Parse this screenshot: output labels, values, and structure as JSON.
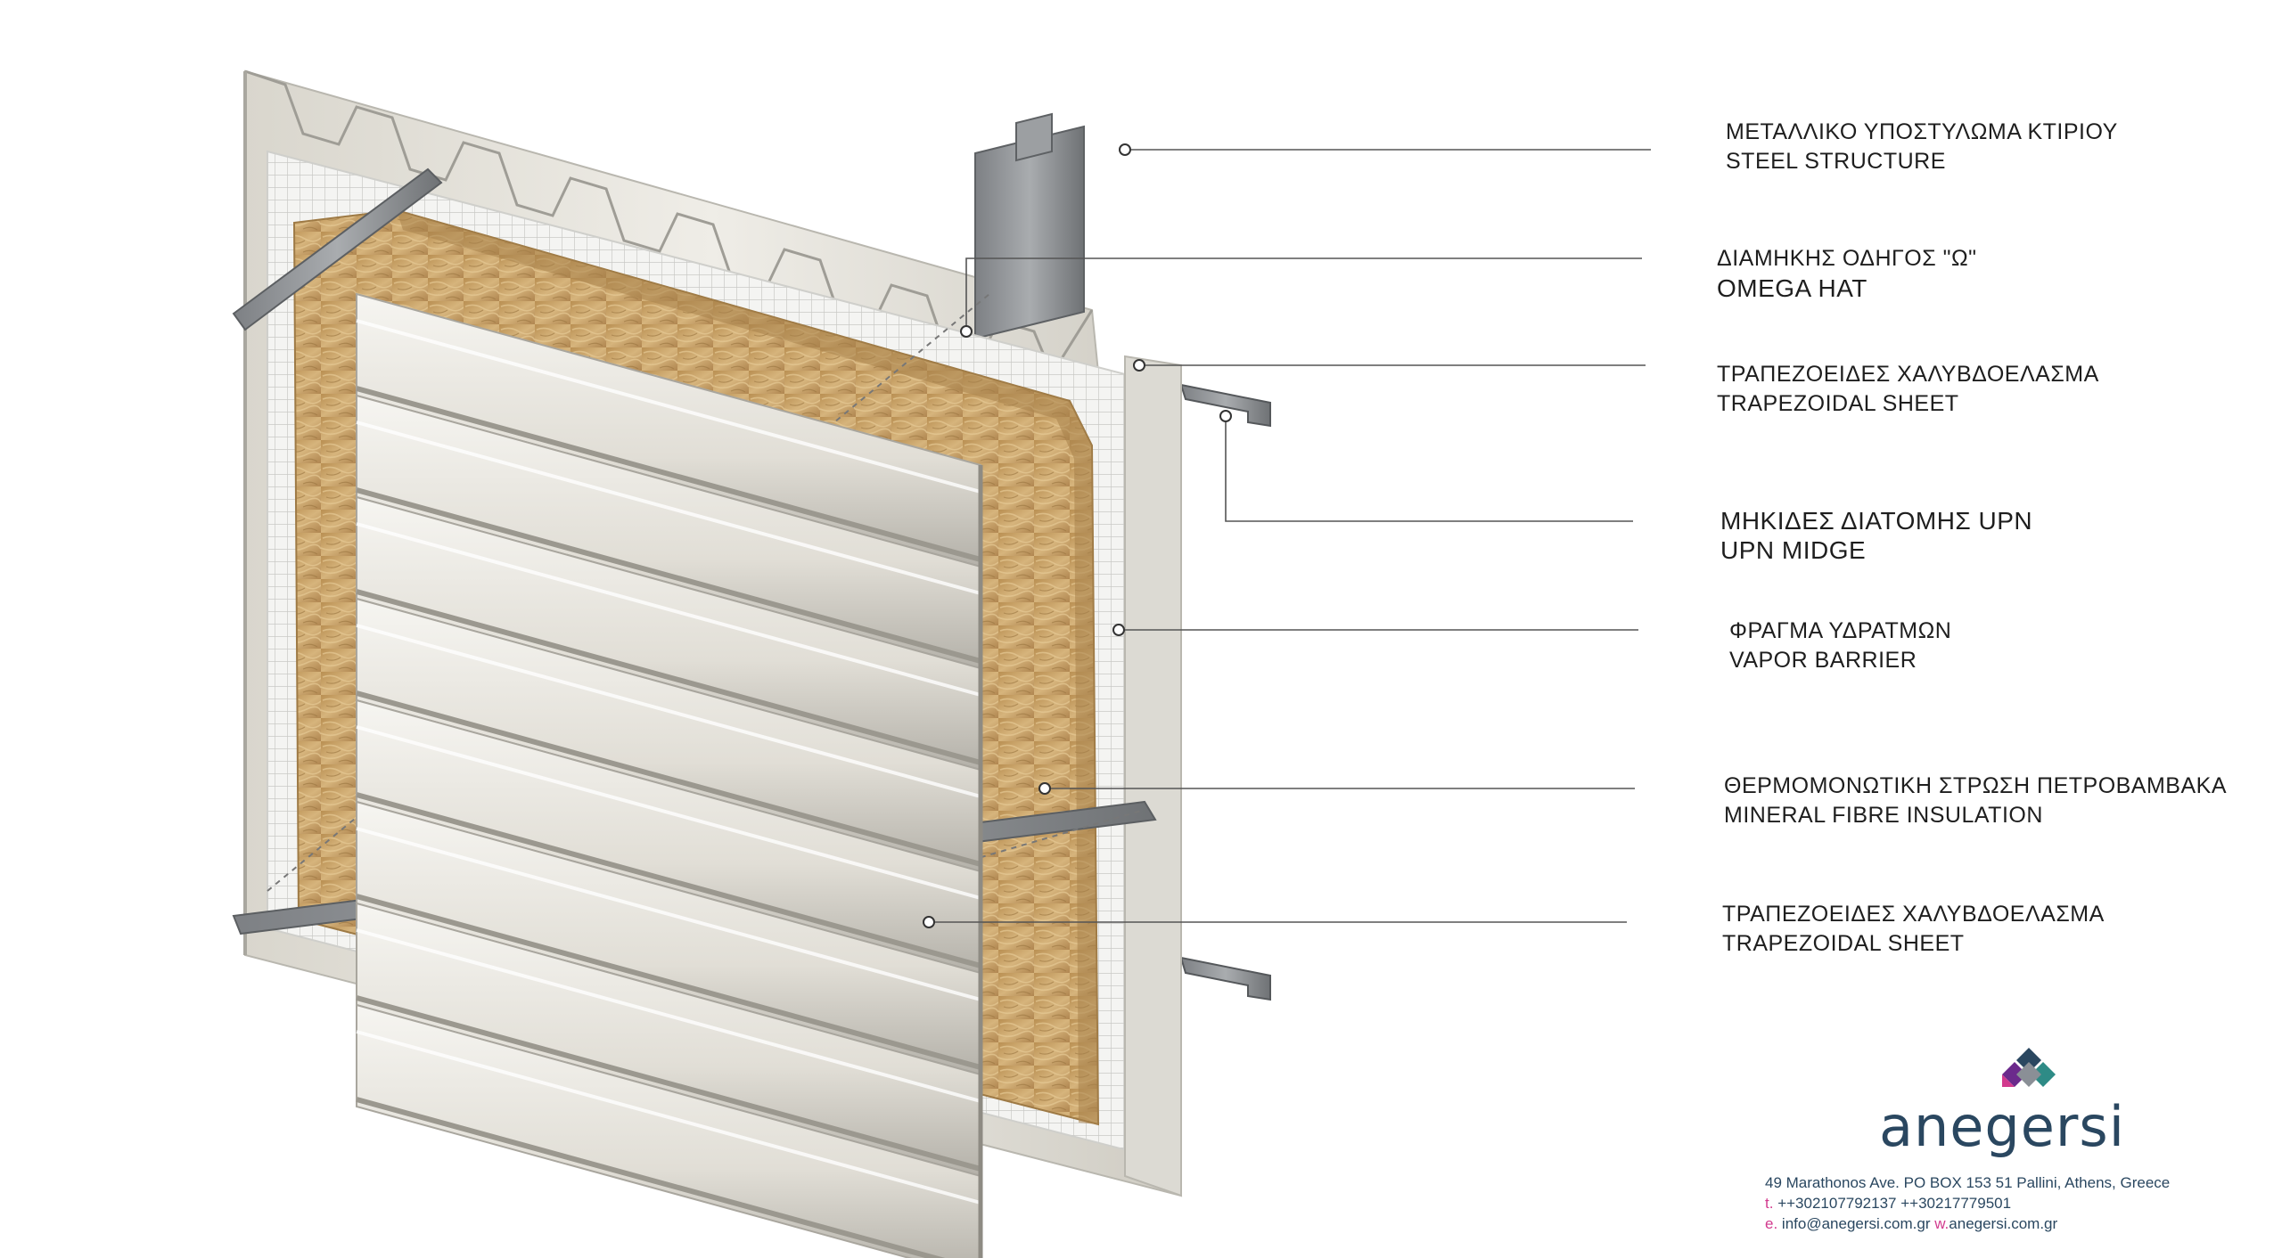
{
  "labels": [
    {
      "id": "steel-structure",
      "greek": "ΜΕΤΑΛΛΙΚΟ ΥΠΟΣΤΥΛΩΜΑ ΚΤΙΡΙΟΥ",
      "english": "STEEL STRUCTURE"
    },
    {
      "id": "omega-hat",
      "greek": "ΔΙΑΜΗΚΗΣ  ΟΔΗΓΟΣ \"Ω\"",
      "english": "OMEGA HAT"
    },
    {
      "id": "trapezoidal-sheet-inner",
      "greek": "ΤΡΑΠΕΖΟΕΙΔΕΣ ΧΑΛΥΒΔΟΕΛΑΣΜΑ",
      "english": "TRAPEZOIDAL SHEET"
    },
    {
      "id": "upn-midge",
      "greek": "ΜΗΚΙΔΕΣ ΔΙΑΤΟΜΗΣ UPN",
      "english": "UPN MIDGE"
    },
    {
      "id": "vapor-barrier",
      "greek": "ΦΡΑΓΜΑ ΥΔΡΑΤΜΩΝ",
      "english": "VAPOR BARRIER"
    },
    {
      "id": "mineral-fibre",
      "greek": "ΘΕΡΜΟΜΟΝΩΤΙΚΗ ΣΤΡΩΣΗ ΠΕΤΡΟΒΑΜΒΑΚΑ",
      "english": "MINERAL FIBRE INSULATION"
    },
    {
      "id": "trapezoidal-sheet-outer",
      "greek": "ΤΡΑΠΕΖΟΕΙΔΕΣ ΧΑΛΥΒΔΟΕΛΑΣΜΑ",
      "english": "TRAPEZOIDAL SHEET"
    }
  ],
  "brand": {
    "name": "anegersi",
    "address": "49 Marathonos Ave. PO BOX 153 51 Pallini, Athens, Greece",
    "phone_key": "t.",
    "phones": "++302107792137 ++30217779501",
    "email_key": "e.",
    "email": "info@anegersi.com.gr",
    "web_key": "w.",
    "web": "anegersi.com.gr"
  },
  "colors": {
    "panel": "#e4e2db",
    "panel_shadow": "#b9b7af",
    "insulation": "#c9a46a",
    "steel": "#8f9295",
    "leader": "#555555",
    "brand": "#2a4760",
    "brand_accent": "#d23a8e"
  }
}
